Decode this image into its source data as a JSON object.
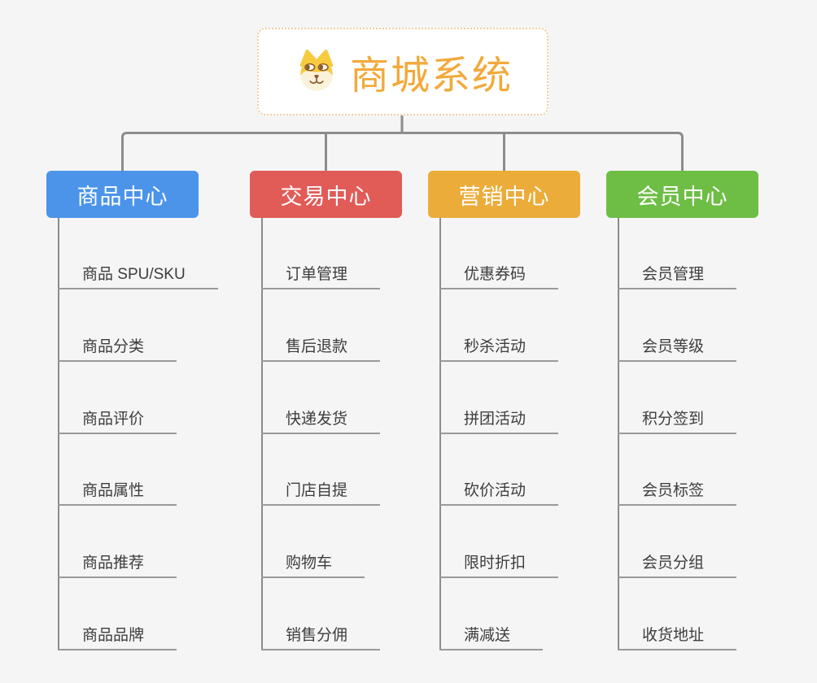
{
  "page": {
    "background": "#f5f5f5"
  },
  "root": {
    "title": "商城系统",
    "title_color": "#f2a93b",
    "border_color": "#f2ce9a",
    "icon": "dog-face-icon"
  },
  "connector_color": "#8c8c8c",
  "branches": [
    {
      "label": "商品中心",
      "color": "#4b94e9",
      "items": [
        "商品 SPU/SKU",
        "商品分类",
        "商品评价",
        "商品属性",
        "商品推荐",
        "商品品牌"
      ]
    },
    {
      "label": "交易中心",
      "color": "#e15b57",
      "items": [
        "订单管理",
        "售后退款",
        "快递发货",
        "门店自提",
        "购物车",
        "销售分佣"
      ]
    },
    {
      "label": "营销中心",
      "color": "#ebac3a",
      "items": [
        "优惠券码",
        "秒杀活动",
        "拼团活动",
        "砍价活动",
        "限时折扣",
        "满减送"
      ]
    },
    {
      "label": "会员中心",
      "color": "#6ebe46",
      "items": [
        "会员管理",
        "会员等级",
        "积分签到",
        "会员标签",
        "会员分组",
        "收货地址"
      ]
    }
  ]
}
